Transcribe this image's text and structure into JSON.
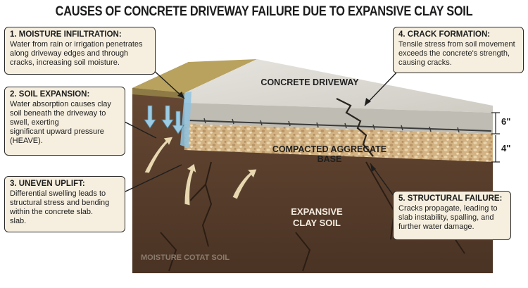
{
  "title": "CAUSES OF CONCRETE DRIVEWAY FAILURE DUE TO EXPANSIVE CLAY SOIL",
  "callouts": {
    "moisture": {
      "heading": "1. MOISTURE INFILTRATION:",
      "body": "Water from rain or irrigation penetrates along driveway edges and through cracks, increasing soil moisture."
    },
    "expansion": {
      "heading": "2. SOIL EXPANSION:",
      "body": "Water absorption causes clay soil beneath the driveway to swell, exerting\nsignificant upward pressure (HEAVE)."
    },
    "uplift": {
      "heading": "3. UNEVEN UPLIFT:",
      "body": "Differential swelling leads to structural stress and bending within the concrete slab.\nslab."
    },
    "crack": {
      "heading": "4. CRACK FORMATION:",
      "body": "Tensile stress from soil movement exceeds the concrete's strength, causing cracks."
    },
    "failure": {
      "heading": "5. STRUCTURAL FAILURE:",
      "body": "Cracks propagate, leading to slab instability, spalling, and further water damage."
    }
  },
  "labels": {
    "driveway": "CONCRETE DRIVEWAY",
    "aggregate": "COMPACTED AGGREGATE BASE",
    "clay": "EXPANSIVE\nCLAY SOIL",
    "moisture_soil": "MOISTURE COTAT SOIL"
  },
  "dimensions": {
    "slab": "6\"",
    "base": "4\""
  },
  "colors": {
    "concrete": "#d9d7d0",
    "aggregate": "#d6b98a",
    "clay": "#5c4130",
    "box_fill": "#f6efdf",
    "water": "#8fc3e0"
  }
}
